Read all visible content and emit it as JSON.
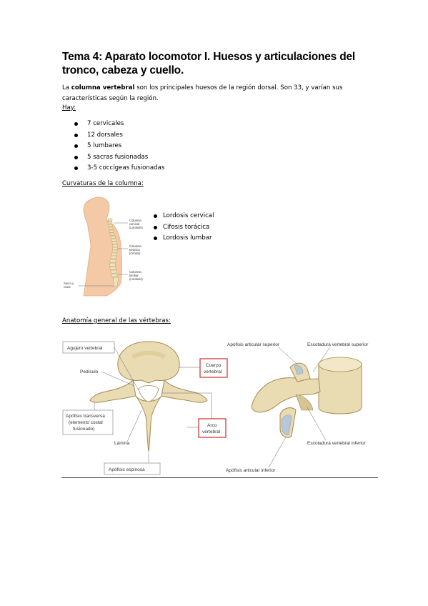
{
  "title": "Tema 4: Aparato locomotor I. Huesos y articulaciones del tronco, cabeza y cuello.",
  "intro": {
    "prefix": "La ",
    "bold": "columna vertebral",
    "rest": " son los principales huesos de la región dorsal. Son 33, y varían sus características según la región."
  },
  "hay_label": "Hay:",
  "vertebrae_list": [
    "7 cervicales",
    "12 dorsales",
    "5 lumbares",
    "5 sacras fusionadas",
    "3-5 coccígeas fusionadas"
  ],
  "curvaturas_label": "Curvaturas de la columna:",
  "curvaturas_list": [
    "Lordosis cervical",
    "Cifosis torácica",
    "Lordosis lumbar"
  ],
  "spine_figure_labels": {
    "cervical": [
      "Columna",
      "cervical",
      "(Lordosis)"
    ],
    "toracica": [
      "Columna",
      "torácica",
      "(Cifosis)"
    ],
    "lumbar": [
      "Columna",
      "lumbar",
      "(Lordosis)"
    ],
    "sacro": [
      "Sacro y",
      "coxis"
    ]
  },
  "anatomia_label": "Anatomía general de las vértebras:",
  "anatomy_figure_labels": {
    "agujero": "Agujero vertebral",
    "pediculo": "Pedículo",
    "cuerpo": [
      "Cuerpo",
      "vertebral"
    ],
    "apofisis_transversa": [
      "Apófisis transversa",
      "(elemento costal",
      "fusionado)"
    ],
    "arco": [
      "Arco",
      "vertebral"
    ],
    "lamina": "Lámina",
    "apofisis_espinosa": "Apófisis espinosa",
    "apofisis_art_sup": "Apófisis articular superior",
    "escotadura_sup": "Escotadura vertebral superior",
    "escotadura_inf": "Escotadura vertebral inferior",
    "apofisis_art_inf": "Apófisis articular inferior"
  },
  "colors": {
    "bone": "#eadcb2",
    "bone_dark": "#c9b27a",
    "skin": "#f4c9a6",
    "red_box": "#d33a3a",
    "grey_box": "#999999",
    "cartilage": "#b7c7d6"
  }
}
